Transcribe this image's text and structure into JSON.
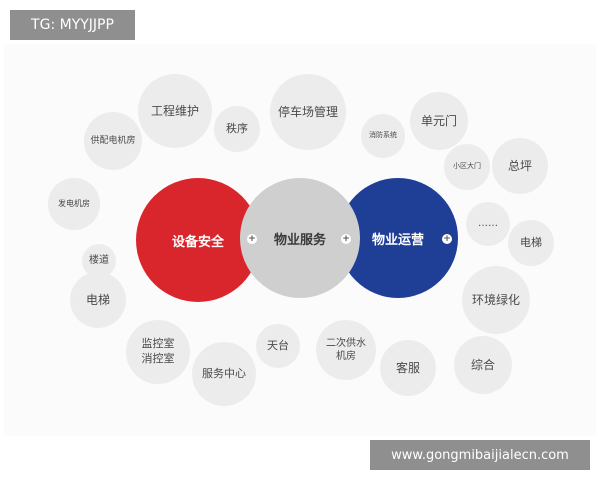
{
  "watermark_top": "TG: MYYJJPP",
  "watermark_bottom": "www.gongmibaijialecn.com",
  "main_circles": {
    "security": "设备安全",
    "service": "物业服务",
    "operation": "物业运营"
  },
  "bubbles": {
    "engineering_maintenance": "工程维护",
    "order": "秩序",
    "parking_management": "停车场管理",
    "fire_system": "消防系统",
    "unit_door": "单元门",
    "power_room": "供配电机房",
    "community_gate": "小区大门",
    "main_meter": "总坪",
    "generator_room": "发电机房",
    "ellipsis": "……",
    "elevator_right": "电梯",
    "staircase": "楼道",
    "elevator_left": "电梯",
    "landscaping": "环境绿化",
    "monitoring_room": "监控室\n消控室",
    "rooftop": "天台",
    "secondary_water_room": "二次供水\n机房",
    "customer_service": "客服",
    "comprehensive": "综合",
    "service_center": "服务中心"
  },
  "colors": {
    "security": "#d9262c",
    "service": "#cfcfcf",
    "operation": "#1f3f96",
    "bubble": "#ececec"
  }
}
